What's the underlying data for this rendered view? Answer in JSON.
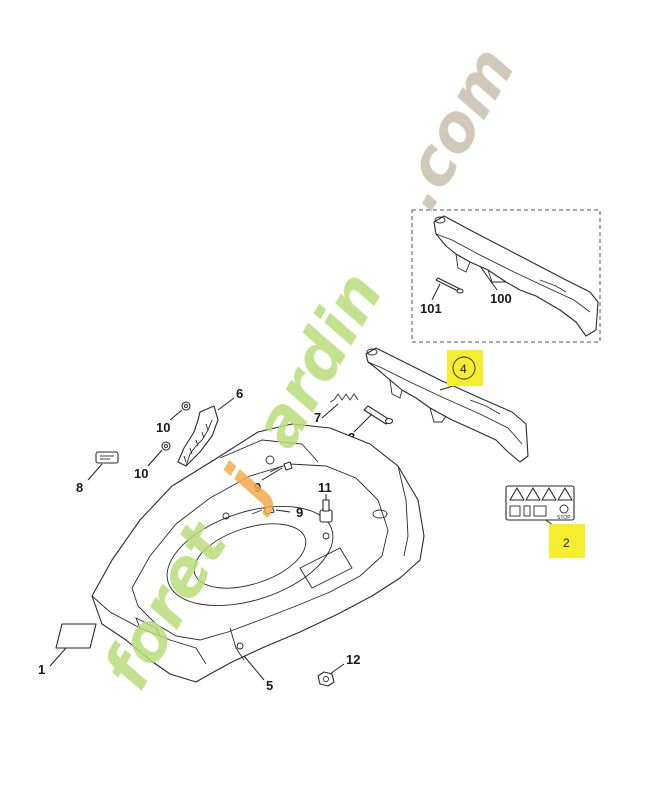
{
  "callouts": {
    "c1": "1",
    "c2": "2",
    "c3": "3",
    "c4": "4",
    "c5": "5",
    "c6": "6",
    "c7": "7",
    "c8": "8",
    "c9a": "9",
    "c9b": "9",
    "c10a": "10",
    "c10b": "10",
    "c11": "11",
    "c12": "12",
    "c100": "100",
    "c101": "101"
  },
  "highlighted_parts": [
    "4",
    "2"
  ],
  "highlight_color": "#f4ee2c",
  "watermark": {
    "text": "foretjardin.com",
    "green_color": "#b9dd7a",
    "orange_color": "#f5a94a",
    "brown_color": "#c9bfae"
  },
  "warning_label": {
    "stop_text": "STOP"
  }
}
